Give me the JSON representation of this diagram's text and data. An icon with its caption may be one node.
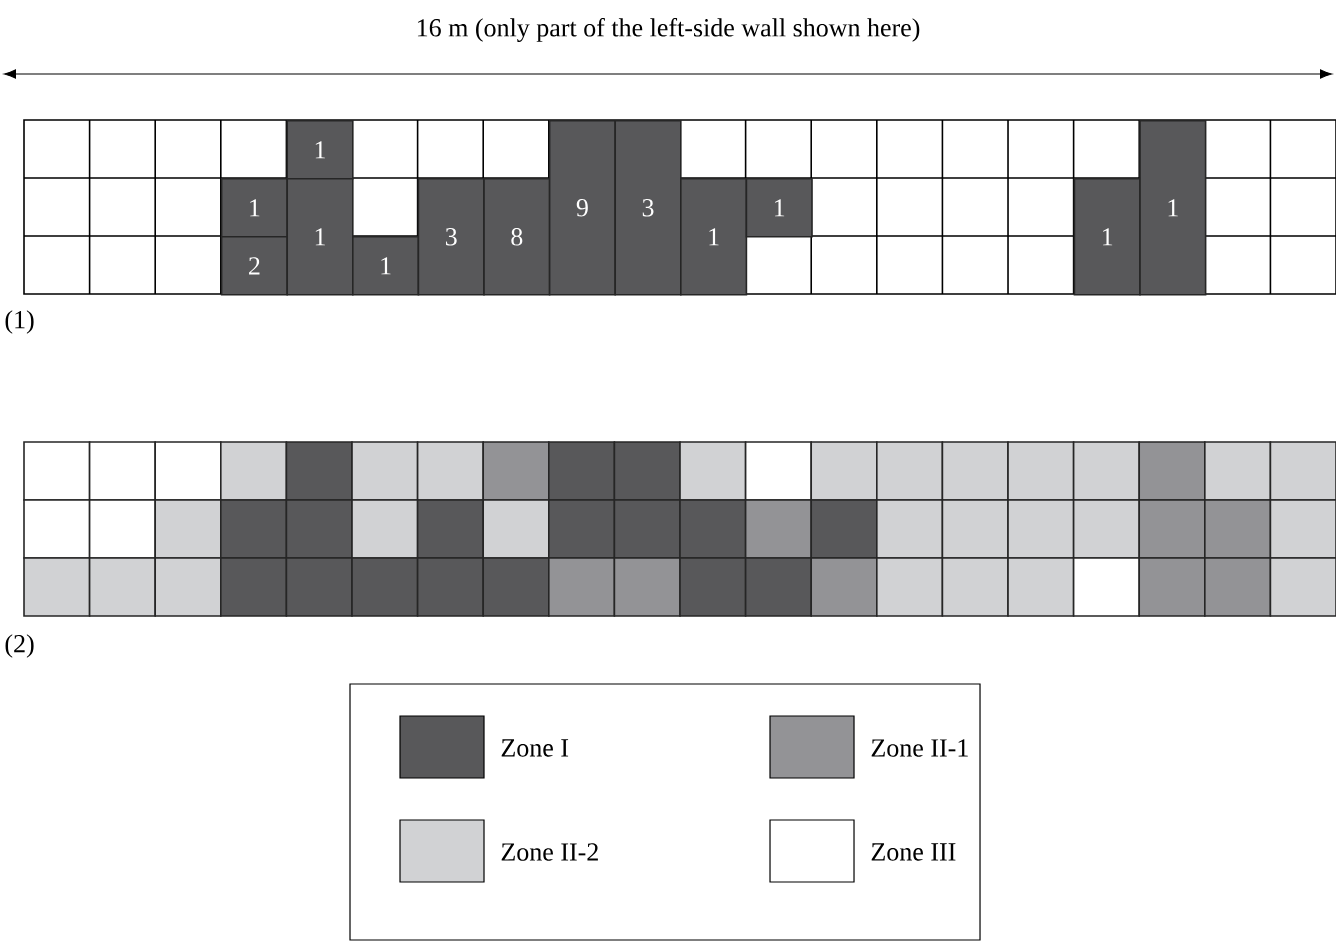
{
  "diagram": {
    "nodes": [
      {
        "text": [
          "1"
        ]
      },
      {
        "text": [
          "2"
        ]
      },
      {
        "text": [
          "1"
        ]
      },
      {
        "text": [
          "1"
        ]
      },
      {
        "text": [
          "1"
        ]
      },
      {
        "text": [
          "3"
        ]
      },
      {
        "text": [
          "8"
        ]
      },
      {
        "text": [
          "9"
        ]
      },
      {
        "text": [
          "3"
        ]
      },
      {
        "text": [
          "1"
        ]
      },
      {
        "text": [
          "1"
        ]
      },
      {
        "text": [
          "1"
        ]
      },
      {
        "text": [
          "1"
        ]
      }
    ],
    "labels": [
      "16 m (only part of the left-side wall shown here)",
      "(1)",
      "(2)"
    ],
    "legend": [
      {
        "text": "Zone I",
        "color": "#58585a"
      },
      {
        "text": "Zone II-1",
        "color": "#939396"
      },
      {
        "text": "Zone II-2",
        "color": "#d1d2d4"
      },
      {
        "text": "Zone III"
      }
    ]
  }
}
